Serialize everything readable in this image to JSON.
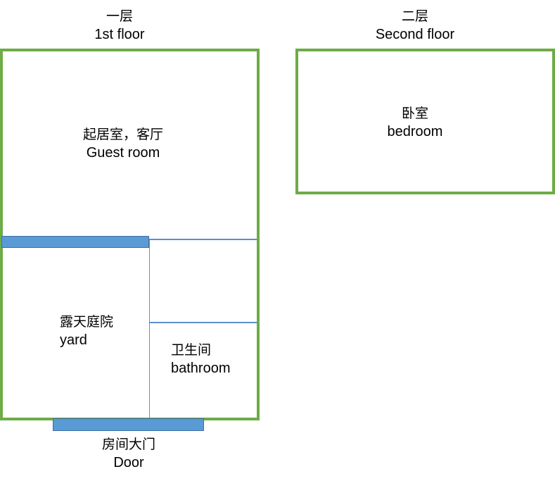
{
  "floor1": {
    "title_zh": "一层",
    "title_en": "1st floor"
  },
  "floor2": {
    "title_zh": "二层",
    "title_en": "Second floor"
  },
  "rooms": {
    "guest": {
      "zh": "起居室，客厅",
      "en": "Guest room"
    },
    "yard": {
      "zh": "露天庭院",
      "en": "yard"
    },
    "bathroom": {
      "zh": "卫生间",
      "en": "bathroom"
    },
    "bedroom": {
      "zh": "卧室",
      "en": "bedroom"
    }
  },
  "door": {
    "zh": "房间大门",
    "en": "Door"
  },
  "colors": {
    "outline": "#6eac46",
    "wall": "#5b8fd0",
    "door": "#5b9bd5"
  }
}
